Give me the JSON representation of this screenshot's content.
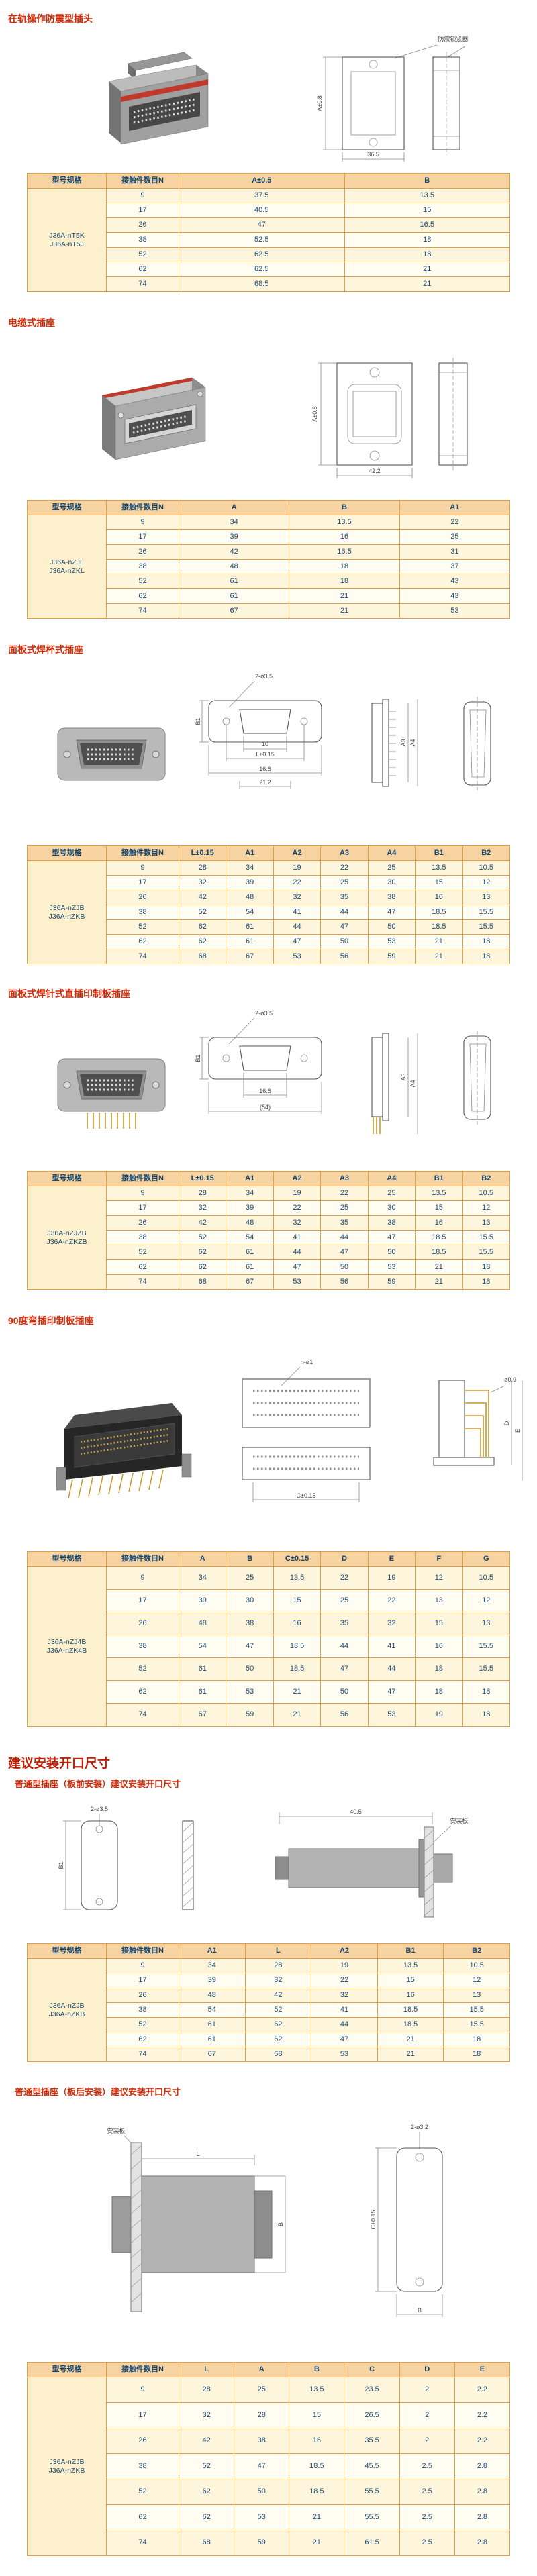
{
  "headings": {
    "s1": "在轨操作防震型插头",
    "s2": "电缆式插座",
    "s3": "面板式焊杯式插座",
    "s4": "面板式焊针式直插印制板插座",
    "s5": "90度弯插印制板插座",
    "install": "建议安装开口尺寸",
    "s6": "普通型插座（板前安装）建议安装开口尺寸",
    "s7": "普通型插座（板后安装）建议安装开口尺寸"
  },
  "colors": {
    "heading_red": "#d42b08",
    "table_border": "#dfa045",
    "table_header_bg": "#f6d3a0",
    "table_row_bg": "#fdf5dc",
    "cell_text": "#1d4a73",
    "accent_red_stripe": "#c0392b"
  },
  "common": {
    "model_header": "型号规格",
    "n_header": "接触件数目N"
  },
  "labels": {
    "s1": {
      "anno": "防震锁紧器",
      "dim_a": "A±0.8",
      "dim_w": "36.5"
    },
    "s2": {
      "dim_a": "A±0.8",
      "dim_w": "42.2"
    },
    "s3": {
      "holes": "2-ø3.5",
      "l": "L±0.15",
      "w1": "21.2",
      "w2": "16.6",
      "w3": "10",
      "b1": "B1",
      "a3": "A3",
      "a4": "A4"
    },
    "s4": {
      "holes": "2-ø3.5",
      "w2": "16.6",
      "w4": "(54)",
      "b1": "B1",
      "a3": "A3",
      "a4": "A4"
    },
    "s5": {
      "pins": "n-ø1",
      "c": "C±0.15",
      "wire": "ø0.9",
      "d": "D",
      "e": "E"
    },
    "s6": {
      "holes": "2-ø3.5",
      "b1": "B1",
      "w": "40.5",
      "panel": "安装板"
    },
    "s7": {
      "holes": "2-ø3.2",
      "c": "C±0.15",
      "l": "L",
      "b": "B",
      "panel": "安装板"
    }
  },
  "tables": {
    "t1": {
      "models": [
        "J36A-nT5K",
        "J36A-nT5J"
      ],
      "cols": [
        "A±0.5",
        "B"
      ],
      "rows": [
        [
          "9",
          "37.5",
          "13.5"
        ],
        [
          "17",
          "40.5",
          "15"
        ],
        [
          "26",
          "47",
          "16.5"
        ],
        [
          "38",
          "52.5",
          "18"
        ],
        [
          "52",
          "62.5",
          "18"
        ],
        [
          "62",
          "62.5",
          "21"
        ],
        [
          "74",
          "68.5",
          "21"
        ]
      ]
    },
    "t2": {
      "models": [
        "J36A-nZJL",
        "J36A-nZKL"
      ],
      "cols": [
        "A",
        "B",
        "A1"
      ],
      "rows": [
        [
          "9",
          "34",
          "13.5",
          "22"
        ],
        [
          "17",
          "39",
          "16",
          "25"
        ],
        [
          "26",
          "42",
          "16.5",
          "31"
        ],
        [
          "38",
          "48",
          "18",
          "37"
        ],
        [
          "52",
          "61",
          "18",
          "43"
        ],
        [
          "62",
          "61",
          "21",
          "43"
        ],
        [
          "74",
          "67",
          "21",
          "53"
        ]
      ]
    },
    "t3": {
      "models": [
        "J36A-nZJB",
        "J36A-nZKB"
      ],
      "cols": [
        "L±0.15",
        "A1",
        "A2",
        "A3",
        "A4",
        "B1",
        "B2"
      ],
      "rows": [
        [
          "9",
          "28",
          "34",
          "19",
          "22",
          "25",
          "13.5",
          "10.5"
        ],
        [
          "17",
          "32",
          "39",
          "22",
          "25",
          "30",
          "15",
          "12"
        ],
        [
          "26",
          "42",
          "48",
          "32",
          "35",
          "38",
          "16",
          "13"
        ],
        [
          "38",
          "52",
          "54",
          "41",
          "44",
          "47",
          "18.5",
          "15.5"
        ],
        [
          "52",
          "62",
          "61",
          "44",
          "47",
          "50",
          "18.5",
          "15.5"
        ],
        [
          "62",
          "62",
          "61",
          "47",
          "50",
          "53",
          "21",
          "18"
        ],
        [
          "74",
          "68",
          "67",
          "53",
          "56",
          "59",
          "21",
          "18"
        ]
      ]
    },
    "t4": {
      "models": [
        "J36A-nZJZB",
        "J36A-nZKZB"
      ],
      "cols": [
        "L±0.15",
        "A1",
        "A2",
        "A3",
        "A4",
        "B1",
        "B2"
      ],
      "rows": [
        [
          "9",
          "28",
          "34",
          "19",
          "22",
          "25",
          "13.5",
          "10.5"
        ],
        [
          "17",
          "32",
          "39",
          "22",
          "25",
          "30",
          "15",
          "12"
        ],
        [
          "26",
          "42",
          "48",
          "32",
          "35",
          "38",
          "16",
          "13"
        ],
        [
          "38",
          "52",
          "54",
          "41",
          "44",
          "47",
          "18.5",
          "15.5"
        ],
        [
          "52",
          "62",
          "61",
          "44",
          "47",
          "50",
          "18.5",
          "15.5"
        ],
        [
          "62",
          "62",
          "61",
          "47",
          "50",
          "53",
          "21",
          "18"
        ],
        [
          "74",
          "68",
          "67",
          "53",
          "56",
          "59",
          "21",
          "18"
        ]
      ]
    },
    "t5": {
      "models": [
        "J36A-nZJ4B",
        "J36A-nZK4B"
      ],
      "cols": [
        "A",
        "B",
        "C±0.15",
        "D",
        "E",
        "F",
        "G"
      ],
      "rows": [
        [
          "9",
          "34",
          "25",
          "13.5",
          "22",
          "19",
          "12",
          "10.5"
        ],
        [
          "17",
          "39",
          "30",
          "15",
          "25",
          "22",
          "13",
          "12"
        ],
        [
          "26",
          "48",
          "38",
          "16",
          "35",
          "32",
          "15",
          "13"
        ],
        [
          "38",
          "54",
          "47",
          "18.5",
          "44",
          "41",
          "16",
          "15.5"
        ],
        [
          "52",
          "61",
          "50",
          "18.5",
          "47",
          "44",
          "18",
          "15.5"
        ],
        [
          "62",
          "61",
          "53",
          "21",
          "50",
          "47",
          "18",
          "18"
        ],
        [
          "74",
          "67",
          "59",
          "21",
          "56",
          "53",
          "19",
          "18"
        ]
      ]
    },
    "t6": {
      "models": [
        "J36A-nZJB",
        "J36A-nZKB"
      ],
      "cols": [
        "A1",
        "L",
        "A2",
        "B1",
        "B2"
      ],
      "rows": [
        [
          "9",
          "34",
          "28",
          "19",
          "13.5",
          "10.5"
        ],
        [
          "17",
          "39",
          "32",
          "22",
          "15",
          "12"
        ],
        [
          "26",
          "48",
          "42",
          "32",
          "16",
          "13"
        ],
        [
          "38",
          "54",
          "52",
          "41",
          "18.5",
          "15.5"
        ],
        [
          "52",
          "61",
          "62",
          "44",
          "18.5",
          "15.5"
        ],
        [
          "62",
          "61",
          "62",
          "47",
          "21",
          "18"
        ],
        [
          "74",
          "67",
          "68",
          "53",
          "21",
          "18"
        ]
      ]
    },
    "t7": {
      "models": [
        "J36A-nZJB",
        "J36A-nZKB"
      ],
      "cols": [
        "L",
        "A",
        "B",
        "C",
        "D",
        "E"
      ],
      "rows": [
        [
          "9",
          "28",
          "25",
          "13.5",
          "23.5",
          "2",
          "2.2"
        ],
        [
          "17",
          "32",
          "28",
          "15",
          "26.5",
          "2",
          "2.2"
        ],
        [
          "26",
          "42",
          "38",
          "16",
          "35.5",
          "2",
          "2.2"
        ],
        [
          "38",
          "52",
          "47",
          "18.5",
          "45.5",
          "2.5",
          "2.8"
        ],
        [
          "52",
          "62",
          "50",
          "18.5",
          "55.5",
          "2.5",
          "2.8"
        ],
        [
          "62",
          "62",
          "53",
          "21",
          "55.5",
          "2.5",
          "2.8"
        ],
        [
          "74",
          "68",
          "59",
          "21",
          "61.5",
          "2.5",
          "2.8"
        ]
      ]
    }
  }
}
